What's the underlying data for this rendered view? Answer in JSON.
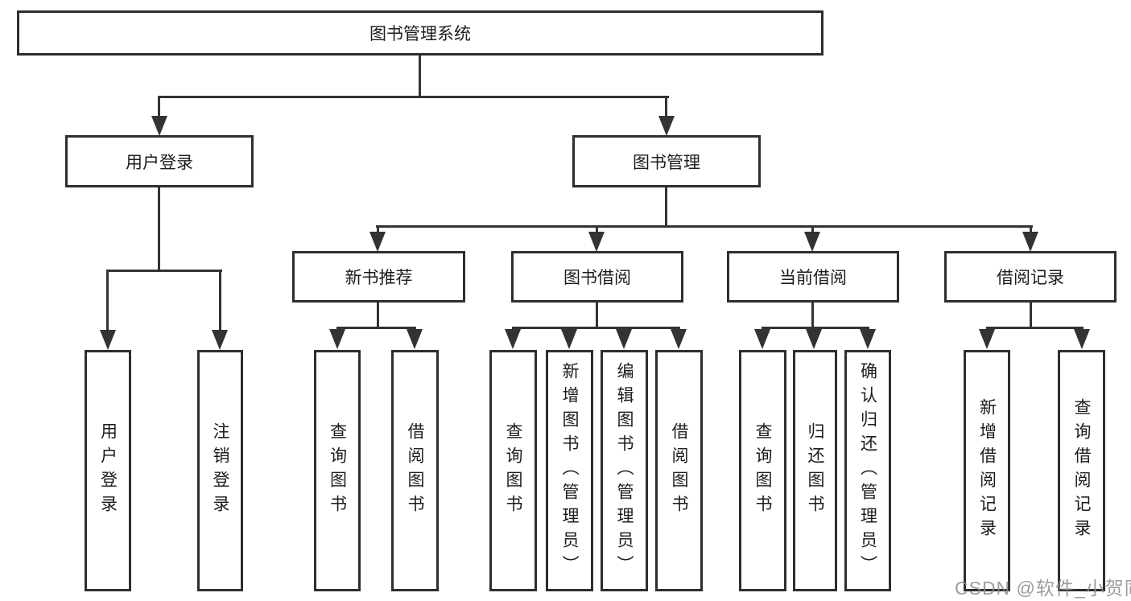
{
  "tree": {
    "label": "图书管理系统",
    "children": [
      {
        "label": "用户登录",
        "children": [
          {
            "label": "用户登录"
          },
          {
            "label": "注销登录"
          }
        ]
      },
      {
        "label": "图书管理",
        "children": [
          {
            "label": "新书推荐",
            "children": [
              {
                "label": "查询图书"
              },
              {
                "label": "借阅图书"
              }
            ]
          },
          {
            "label": "图书借阅",
            "children": [
              {
                "label": "查询图书"
              },
              {
                "label": "新增图书（管理员）"
              },
              {
                "label": "编辑图书（管理员）"
              },
              {
                "label": "借阅图书"
              }
            ]
          },
          {
            "label": "当前借阅",
            "children": [
              {
                "label": "查询图书"
              },
              {
                "label": "归还图书"
              },
              {
                "label": "确认归还（管理员）"
              }
            ]
          },
          {
            "label": "借阅记录",
            "children": [
              {
                "label": "新增借阅记录"
              },
              {
                "label": "查询借阅记录"
              }
            ]
          }
        ]
      }
    ]
  },
  "watermark": {
    "text": "CSDN @软件_小贺同学"
  },
  "colors": {
    "line": "#333333",
    "box_border": "#2e2e2e",
    "box_background": "#ffffff",
    "text": "#1c1c1c",
    "watermark": "#8c8c8c"
  }
}
